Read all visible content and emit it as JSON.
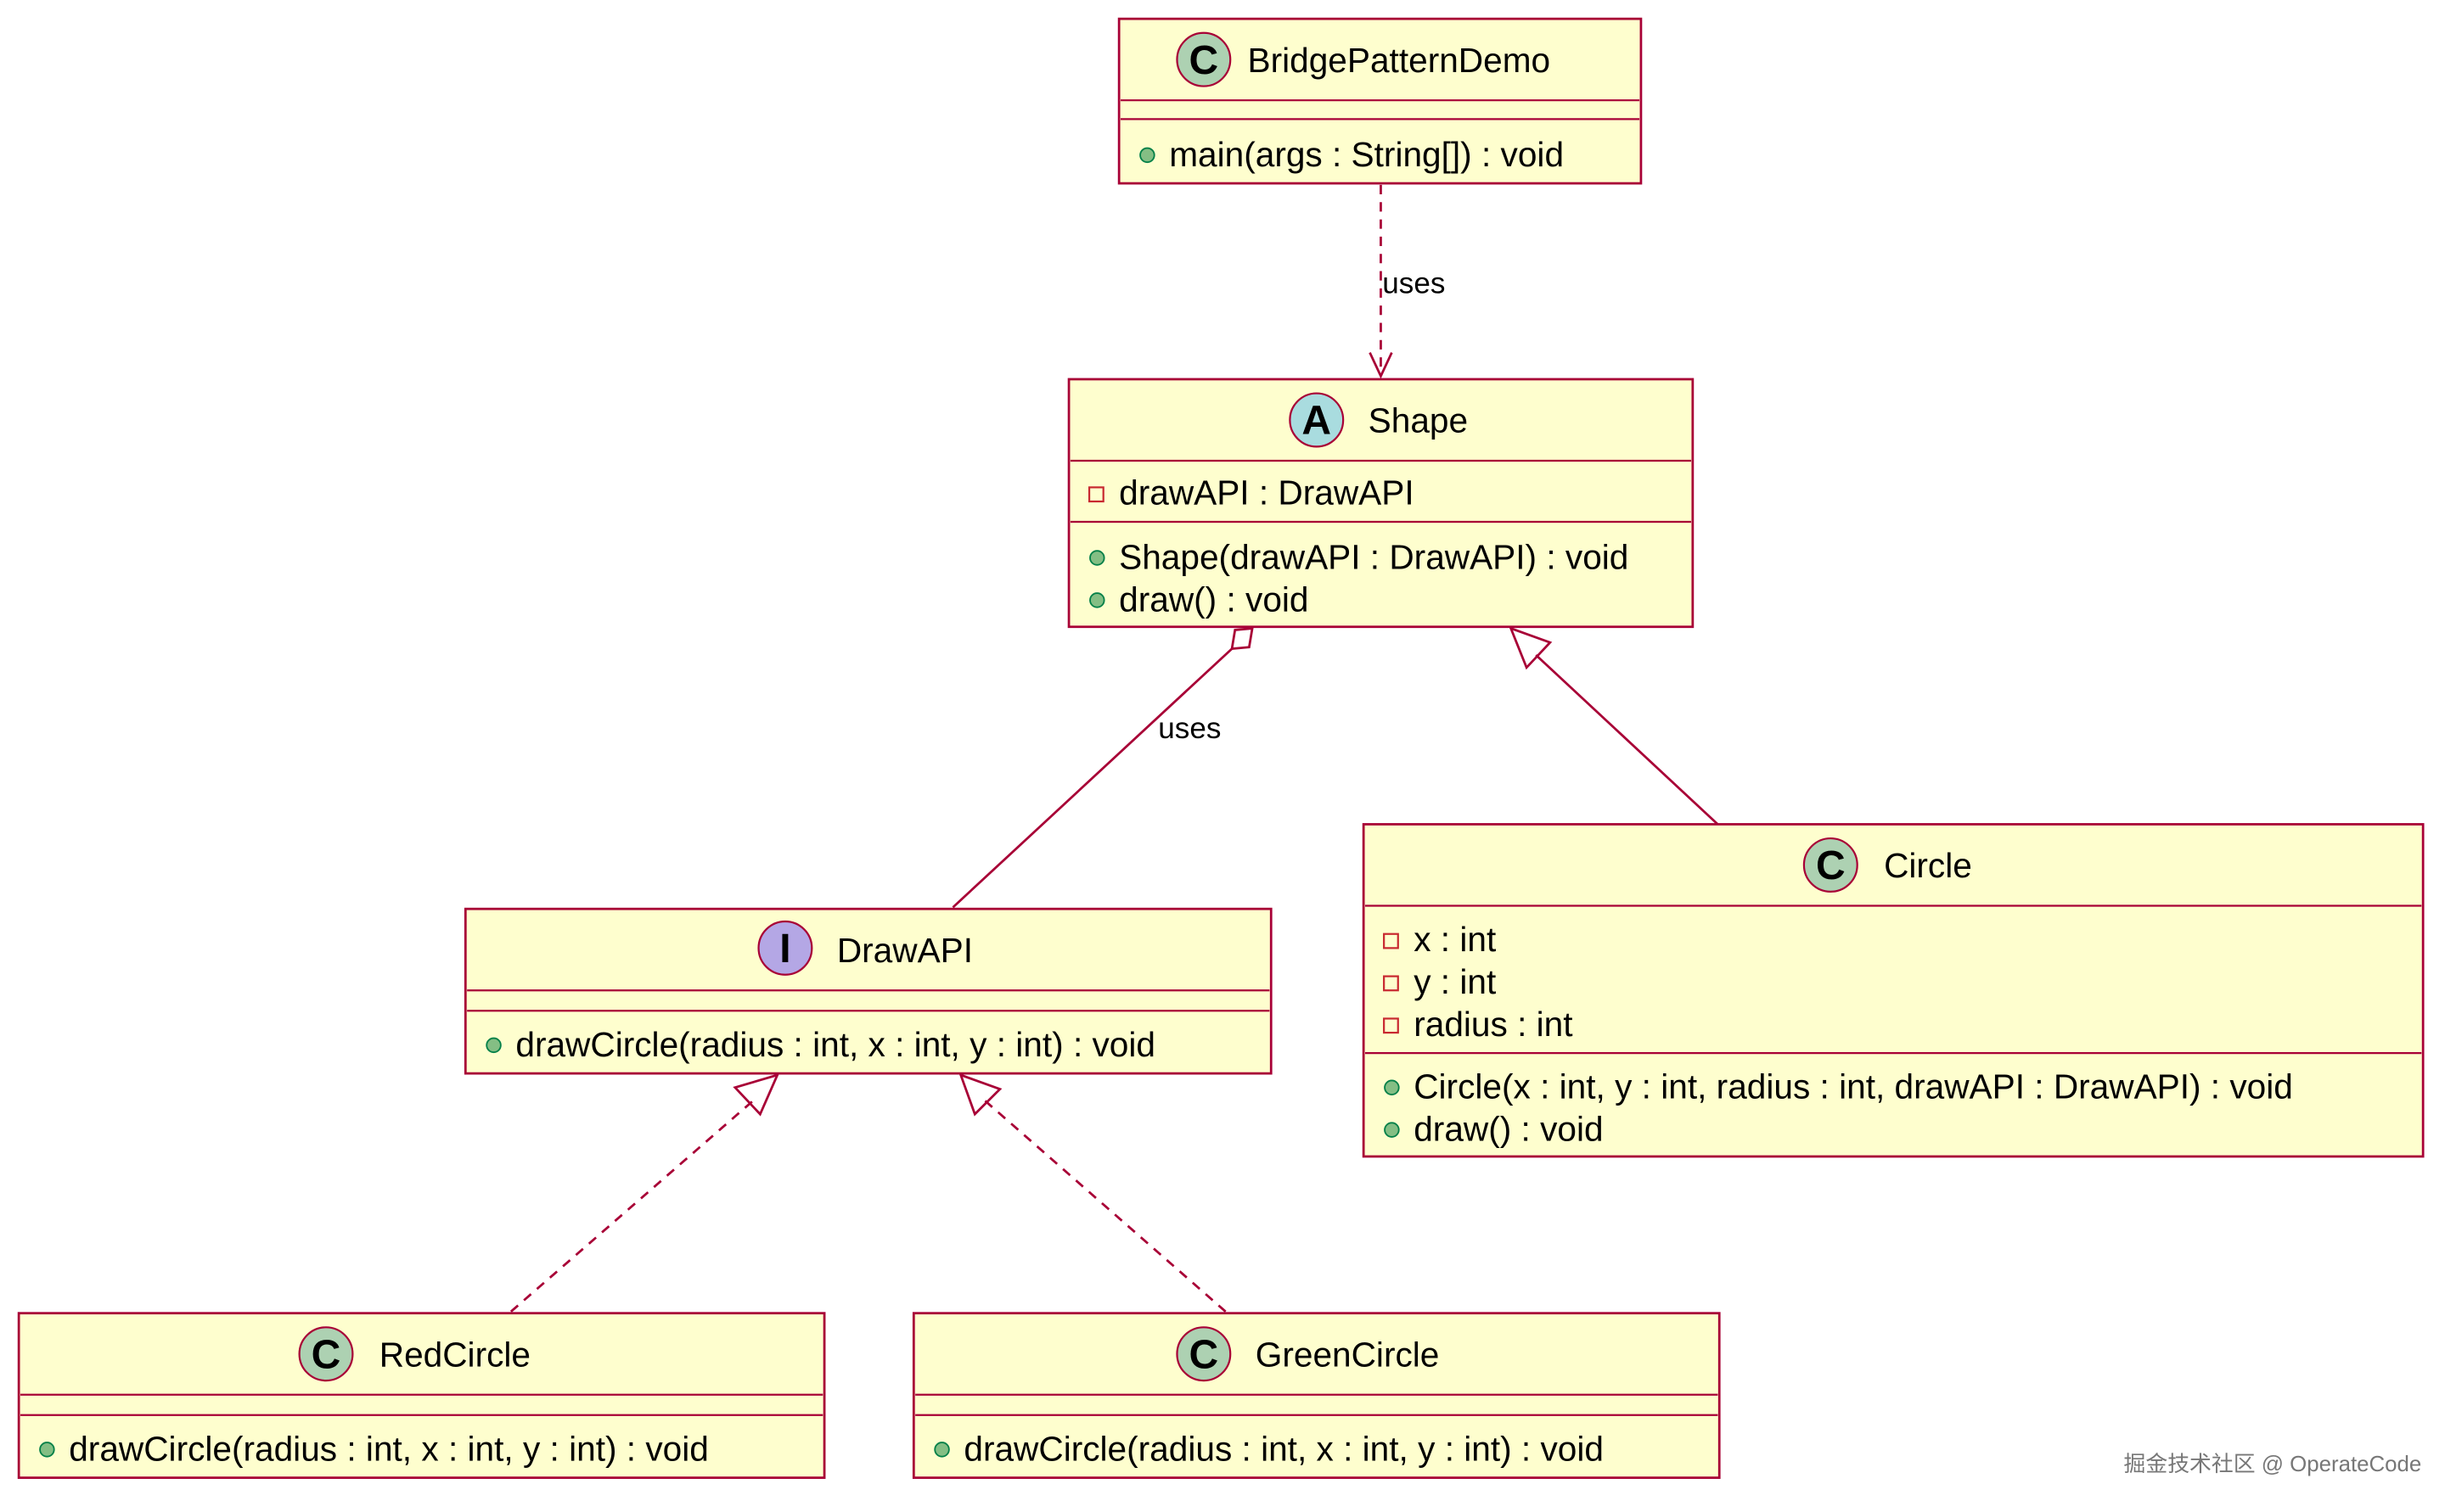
{
  "colors": {
    "box_fill": "#fefece",
    "border": "#a80036",
    "class_badge": "#add1b2",
    "abstract_badge": "#a9dcdf",
    "interface_badge": "#b4a7e5",
    "public_marker": "#84be84",
    "private_marker": "#c82930"
  },
  "classes": {
    "demo": {
      "stereotype_glyph": "C",
      "name": "BridgePatternDemo",
      "methods": [
        "main(args : String[]) : void"
      ]
    },
    "shape": {
      "stereotype_glyph": "A",
      "name": "Shape",
      "fields": [
        "drawAPI : DrawAPI"
      ],
      "methods": [
        "Shape(drawAPI : DrawAPI) : void",
        "draw() : void"
      ]
    },
    "drawapi": {
      "stereotype_glyph": "I",
      "name": "DrawAPI",
      "methods": [
        "drawCircle(radius : int, x : int, y : int) : void"
      ]
    },
    "circle": {
      "stereotype_glyph": "C",
      "name": "Circle",
      "fields": [
        "x : int",
        "y : int",
        "radius : int"
      ],
      "methods": [
        "Circle(x : int, y : int, radius : int, drawAPI : DrawAPI) : void",
        "draw() : void"
      ]
    },
    "redcircle": {
      "stereotype_glyph": "C",
      "name": "RedCircle",
      "methods": [
        "drawCircle(radius : int, x : int, y : int) : void"
      ]
    },
    "greencircle": {
      "stereotype_glyph": "C",
      "name": "GreenCircle",
      "methods": [
        "drawCircle(radius : int, x : int, y : int) : void"
      ]
    }
  },
  "relations": {
    "demo_shape": "uses",
    "shape_drawapi": "uses"
  },
  "watermark": "掘金技术社区 @ OperateCode"
}
